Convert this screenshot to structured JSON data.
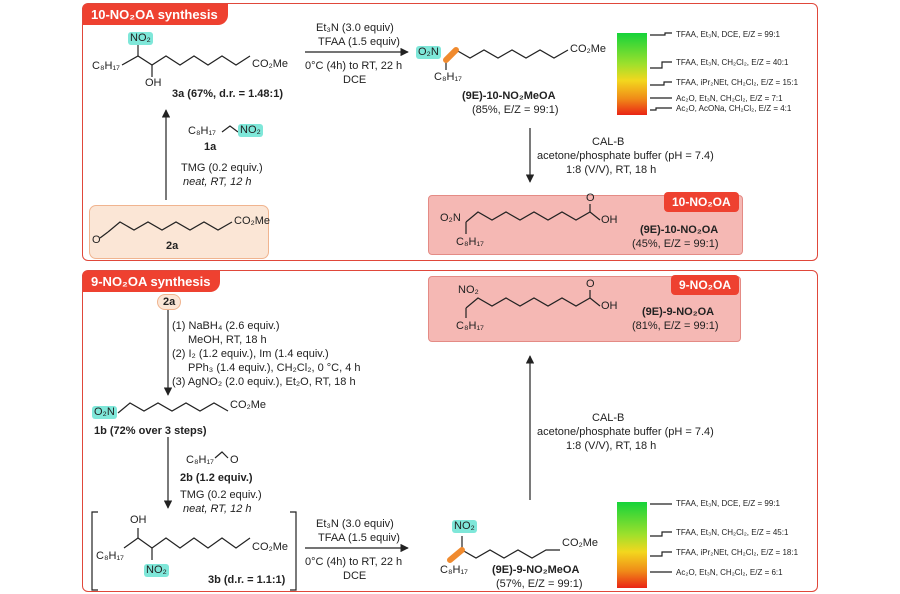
{
  "top": {
    "title": "10-NO₂OA synthesis",
    "sm_label": "2a",
    "sm_ester": "CO₂Me",
    "sm_o": "O",
    "reagent1_c8": "C₈H₁₇",
    "reagent1_no2": "NO₂",
    "reagent1_label": "1a",
    "cond1_l1": "TMG (0.2 equiv.)",
    "cond1_l2": "neat, RT, 12 h",
    "int_no2": "NO₂",
    "int_c8": "C₈H₁₇",
    "int_oh": "OH",
    "int_ester": "CO₂Me",
    "int_label": "3a (67%, d.r. = 1.48:1)",
    "cond2_l1": "Et₃N (3.0 equiv)",
    "cond2_l2": "TFAA (1.5 equiv)",
    "cond2_l3": "0°C (4h) to RT, 22 h",
    "cond2_l4": "DCE",
    "ester_o2n": "O₂N",
    "ester_c8": "C₈H₁₇",
    "ester_co2me": "CO₂Me",
    "ester_name": "(9E)-10-NO₂MeOA",
    "ester_yield": "(85%, E/Z = 99:1)",
    "cond3_l1": "CAL-B",
    "cond3_l2": "acetone/phosphate buffer (pH = 7.4)",
    "cond3_l3": "1:8 (V/V), RT, 18 h",
    "prod_badge": "10-NO₂OA",
    "prod_o2n": "O₂N",
    "prod_c8": "C₈H₁₇",
    "prod_o": "O",
    "prod_oh": "OH",
    "prod_name": "(9E)-10-NO₂OA",
    "prod_yield": "(45%, E/Z = 99:1)",
    "ez_conditions": [
      "TFAA, Et₃N, DCE, E/Z = 99:1",
      "TFAA, Et₃N, CH₂Cl₂, E/Z = 40:1",
      "TFAA, iPr₂NEt, CH₂Cl₂, E/Z = 15:1",
      "Ac₂O, Et₃N, CH₂Cl₂, E/Z = 7:1",
      "Ac₂O, AcONa, CH₂Cl₂, E/Z = 4:1"
    ]
  },
  "bottom": {
    "title": "9-NO₂OA synthesis",
    "sm_circle": "2a",
    "steps_l1": "(1) NaBH₄ (2.6 equiv.)",
    "steps_l2": "MeOH, RT, 18 h",
    "steps_l3": "(2) I₂ (1.2 equiv.), Im (1.4 equiv.)",
    "steps_l4": "PPh₃ (1.4 equiv.), CH₂Cl₂, 0 °C, 4 h",
    "steps_l5": "(3) AgNO₂ (2.0 equiv.), Et₂O, RT, 18 h",
    "b1_o2n": "O₂N",
    "b1_ester": "CO₂Me",
    "b1_label": "1b (72% over 3 steps)",
    "ald_c8": "C₈H₁₇",
    "ald_o": "O",
    "ald_label": "2b (1.2 equiv.)",
    "cond4_l1": "TMG (0.2 equiv.)",
    "cond4_l2": "neat, RT, 12 h",
    "int_oh": "OH",
    "int_c8": "C₈H₁₇",
    "int_no2": "NO₂",
    "int_ester": "CO₂Me",
    "int_label": "3b (d.r. = 1.1:1)",
    "cond5_l1": "Et₃N (3.0 equiv)",
    "cond5_l2": "TFAA (1.5 equiv)",
    "cond5_l3": "0°C (4h) to RT, 22 h",
    "cond5_l4": "DCE",
    "ester_no2": "NO₂",
    "ester_c8": "C₈H₁₇",
    "ester_co2me": "CO₂Me",
    "ester_name": "(9E)-9-NO₂MeOA",
    "ester_yield": "(57%, E/Z = 99:1)",
    "cond6_l1": "CAL-B",
    "cond6_l2": "acetone/phosphate buffer (pH = 7.4)",
    "cond6_l3": "1:8 (V/V), RT, 18 h",
    "prod_badge": "9-NO₂OA",
    "prod_no2": "NO₂",
    "prod_c8": "C₈H₁₇",
    "prod_o": "O",
    "prod_oh": "OH",
    "prod_name": "(9E)-9-NO₂OA",
    "prod_yield": "(81%, E/Z = 99:1)",
    "ez_conditions": [
      "TFAA, Et₃N, DCE, E/Z = 99:1",
      "TFAA, Et₃N, CH₂Cl₂, E/Z = 45:1",
      "TFAA, iPr₂NEt, CH₂Cl₂, E/Z = 18:1",
      "Ac₂O, Et₃N, CH₂Cl₂, E/Z = 6:1"
    ]
  }
}
